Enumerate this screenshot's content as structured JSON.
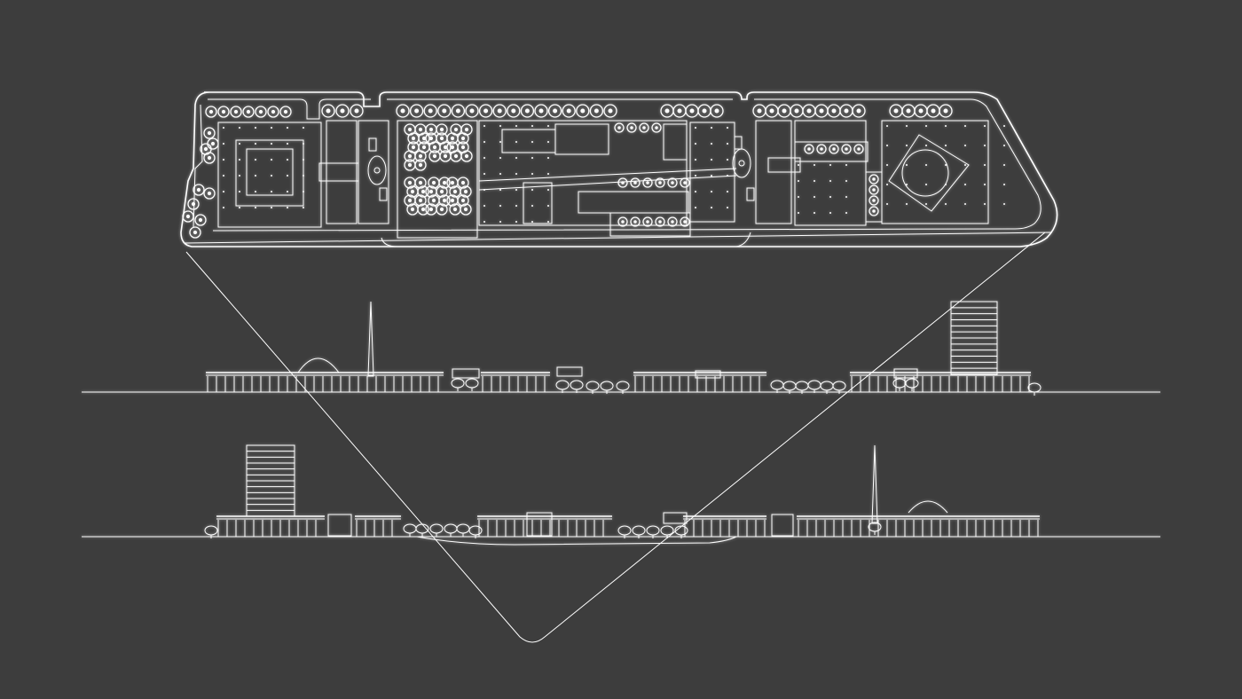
{
  "drawing": {
    "background_color": "#3d3d3d",
    "line_color": "#ffffff",
    "views": [
      "site-plan",
      "elevation-north",
      "elevation-south"
    ]
  }
}
